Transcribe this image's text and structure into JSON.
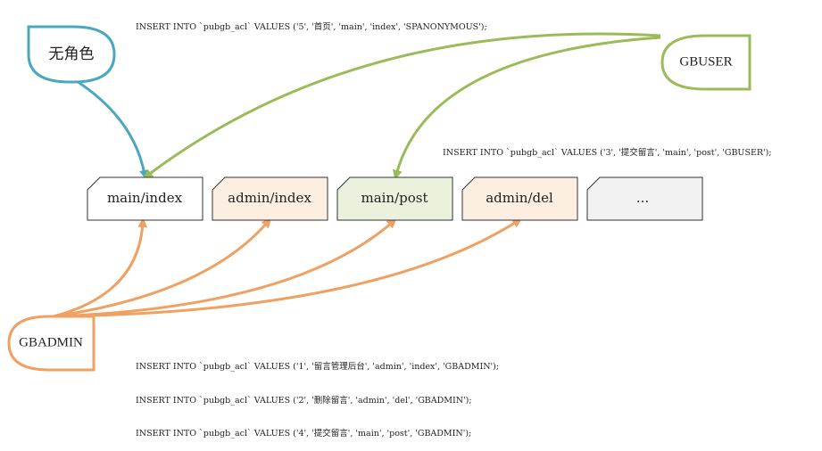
{
  "roles": {
    "anonymous": {
      "label": "无角色",
      "color": "#4aa8be"
    },
    "gbuser": {
      "label": "GBUSER",
      "color": "#9bbb59"
    },
    "gbadmin": {
      "label": "GBADMIN",
      "color": "#f0a060"
    }
  },
  "resources": [
    {
      "id": "main-index",
      "label": "main/index",
      "fill": "#ffffff"
    },
    {
      "id": "admin-index",
      "label": "admin/index",
      "fill": "#fdeee2"
    },
    {
      "id": "main-post",
      "label": "main/post",
      "fill": "#eaf1dd"
    },
    {
      "id": "admin-del",
      "label": "admin/del",
      "fill": "#fdeee2"
    },
    {
      "id": "more",
      "label": "...",
      "fill": "#f2f2f2"
    }
  ],
  "sql": {
    "top": "INSERT INTO `pubgb_acl` VALUES ('5', '首页', 'main', 'index', 'SPANONYMOUS');",
    "mid": "INSERT INTO `pubgb_acl` VALUES ('3', '提交留言', 'main', 'post', 'GBUSER');",
    "bottom": [
      "INSERT INTO `pubgb_acl` VALUES ('1', '留言管理后台', 'admin', 'index', 'GBADMIN');",
      "INSERT INTO `pubgb_acl` VALUES ('2', '删除留言', 'admin', 'del', 'GBADMIN');",
      "INSERT INTO `pubgb_acl` VALUES ('4', '提交留言', 'main', 'post', 'GBADMIN');"
    ]
  }
}
